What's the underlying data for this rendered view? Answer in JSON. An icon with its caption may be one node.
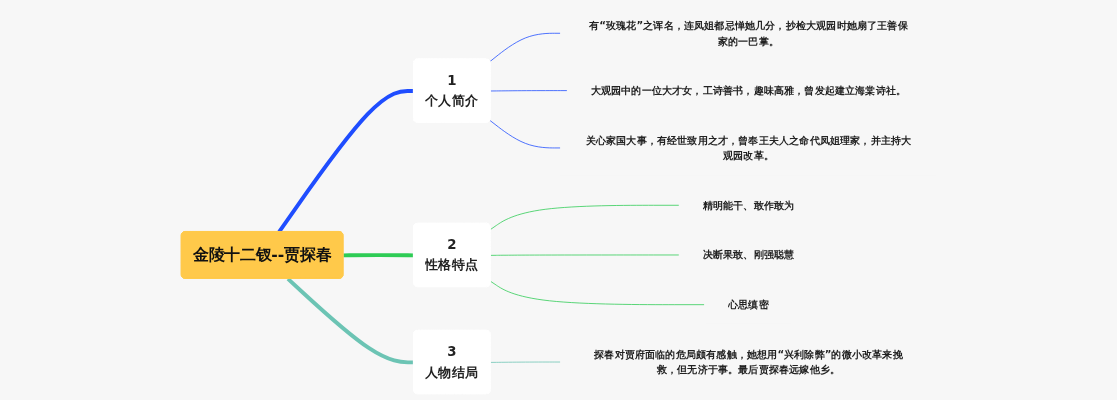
{
  "diagram": {
    "nodes": [
      {
        "text": [
          "金陵十二钗--贾探春"
        ]
      },
      {
        "text": [
          "1",
          "个人简介"
        ]
      },
      {
        "text": [
          "有“玫瑰花”之诨名，连凤姐都忌惮她几分，抄检大观园时她扇了王善保家的一巴掌。"
        ]
      },
      {
        "text": [
          "大观园中的一位大才女，工诗善书，趣味高雅，曾发起建立海棠诗社。"
        ]
      },
      {
        "text": [
          "关心家国大事，有经世致用之才，曾奉王夫人之命代凤姐理家，并主持大观园改革。"
        ]
      },
      {
        "text": [
          "2",
          "性格特点"
        ]
      },
      {
        "text": [
          "精明能干、敢作敢为"
        ]
      },
      {
        "text": [
          "决断果敢、刚强聪慧"
        ]
      },
      {
        "text": [
          "心思缜密"
        ]
      },
      {
        "text": [
          "3",
          "人物结局"
        ]
      },
      {
        "text": [
          "探春对贾府面临的危局颇有感触，她想用“兴利除弊”的微小改革来挽救，但无济于事。最后贾探春远嫁他乡。"
        ]
      }
    ],
    "edges": [
      {
        "from": 0,
        "to": 1,
        "arrow": "none",
        "style": "thick",
        "color": "#1f4dff"
      },
      {
        "from": 1,
        "to": 2,
        "arrow": "none",
        "color": "#1f4dff"
      },
      {
        "from": 1,
        "to": 3,
        "arrow": "none",
        "color": "#1f4dff"
      },
      {
        "from": 1,
        "to": 4,
        "arrow": "none",
        "color": "#1f4dff"
      },
      {
        "from": 0,
        "to": 5,
        "arrow": "none",
        "style": "thick",
        "color": "#2ecc55"
      },
      {
        "from": 5,
        "to": 6,
        "arrow": "none",
        "color": "#2ecc55"
      },
      {
        "from": 5,
        "to": 7,
        "arrow": "none",
        "color": "#2ecc55"
      },
      {
        "from": 5,
        "to": 8,
        "arrow": "none",
        "color": "#2ecc55"
      },
      {
        "from": 0,
        "to": 9,
        "arrow": "none",
        "style": "thick",
        "color": "#6cc4b4"
      },
      {
        "from": 9,
        "to": 10,
        "arrow": "none",
        "color": "#6cc4b4"
      }
    ]
  }
}
